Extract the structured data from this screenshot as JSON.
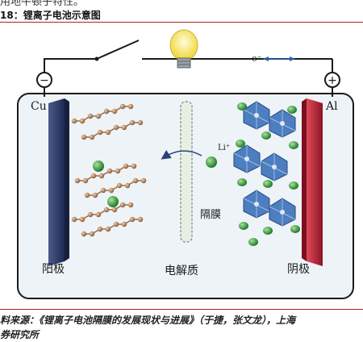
{
  "header": {
    "top_text_fragment": "用地牛顿子特性。",
    "figure_label": "18：锂离子电池示意图"
  },
  "diagram": {
    "negative_terminal_symbol": "−",
    "positive_terminal_symbol": "+",
    "left_electrode_material": "Cu",
    "right_electrode_material": "Al",
    "electron_label": "e⁻",
    "ion_label": "Li⁺",
    "separator_label": "隔膜",
    "anode_label": "阳极",
    "electrolyte_label": "电解质",
    "cathode_label": "阴极",
    "colors": {
      "anode_electrode": "#2b3a66",
      "cathode_electrode": "#c0263a",
      "lithium_ion": "#2f9b3a",
      "cathode_octahedra": "#3f6fb3",
      "wire": "#1a1a1a",
      "bulb": "#f3e256"
    }
  },
  "footer": {
    "source_line1": "料来源：《锂离子电池隔膜的发展现状与进展》（于捷，张文龙），上海",
    "source_line2": "券研究所"
  }
}
